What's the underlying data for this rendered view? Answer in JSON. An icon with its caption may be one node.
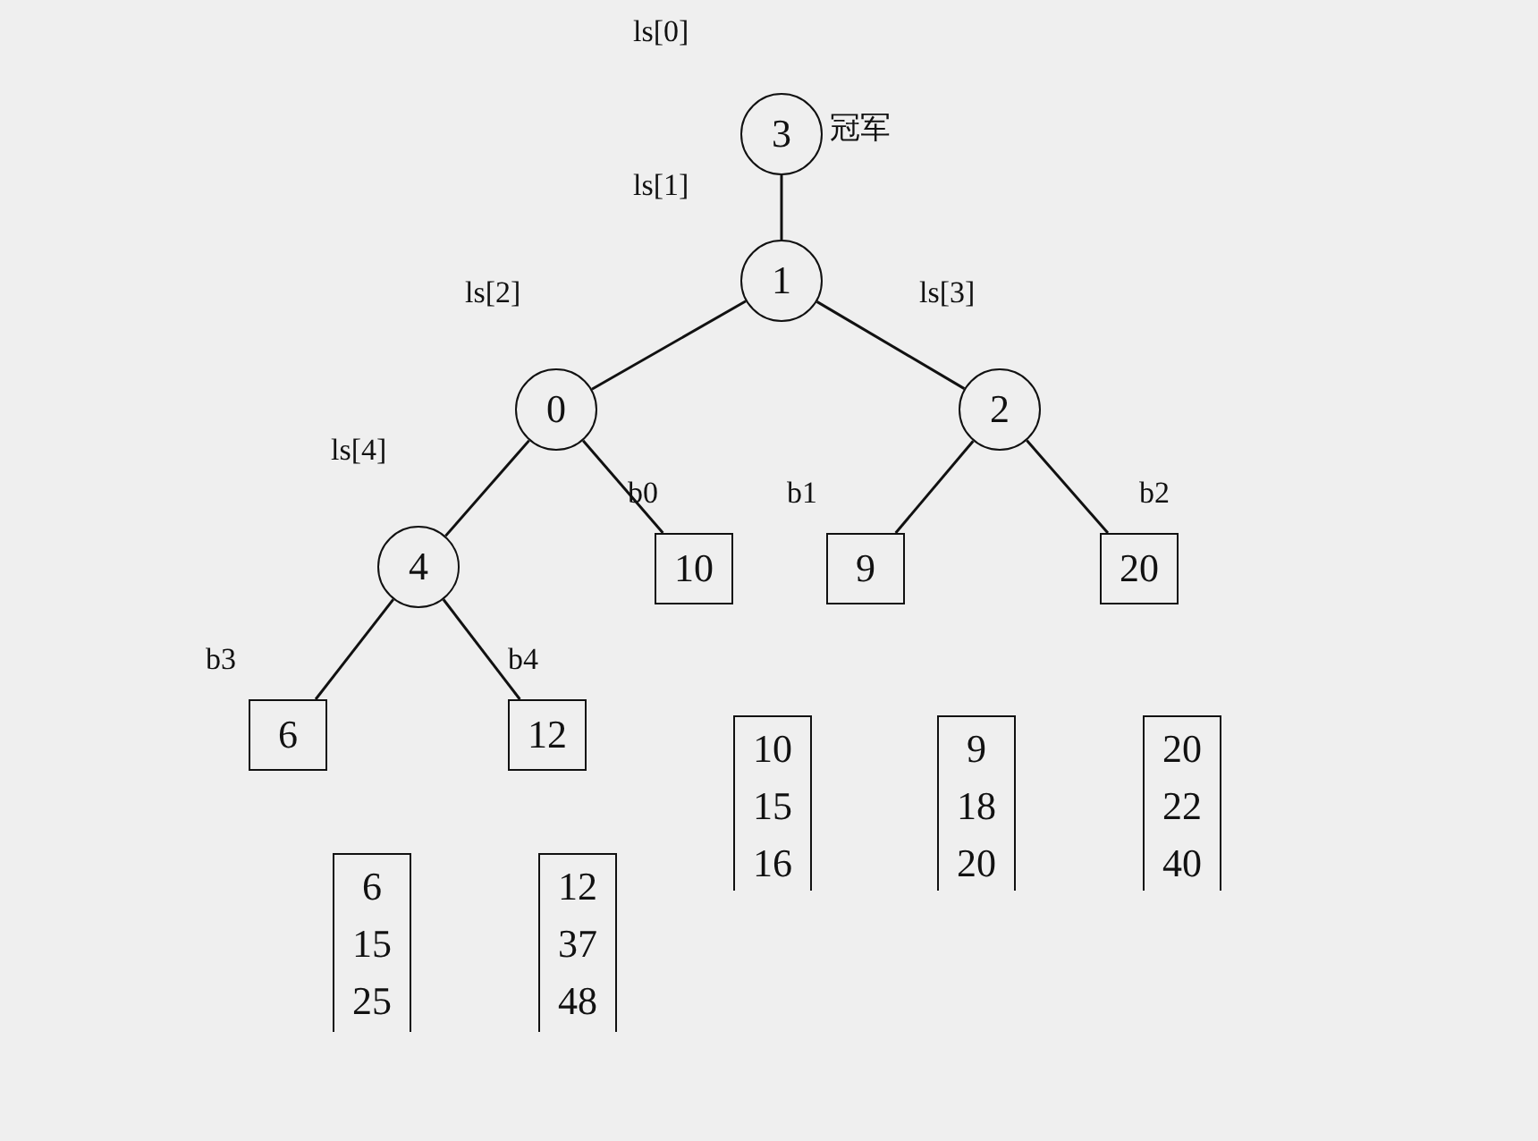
{
  "diagram": {
    "nodes": [
      {
        "text": [
          "3"
        ],
        "beside": [
          "ls[0]",
          "冠军"
        ]
      },
      {
        "text": [
          "1"
        ],
        "beside": [
          "ls[1]"
        ]
      },
      {
        "text": [
          "0"
        ],
        "beside": [
          "ls[2]"
        ]
      },
      {
        "text": [
          "2"
        ],
        "beside": [
          "ls[3]"
        ]
      },
      {
        "text": [
          "4"
        ],
        "beside": [
          "ls[4]"
        ]
      },
      {
        "text": [
          "10"
        ],
        "beside": [
          "b0"
        ]
      },
      {
        "text": [
          "9"
        ],
        "beside": [
          "b1"
        ]
      },
      {
        "text": [
          "20"
        ],
        "beside": [
          "b2"
        ]
      },
      {
        "text": [
          "6"
        ],
        "beside": [
          "b3"
        ]
      },
      {
        "text": [
          "12"
        ],
        "beside": [
          "b4"
        ]
      },
      {
        "text": [
          "10",
          "15",
          "16"
        ]
      },
      {
        "text": [
          "9",
          "18",
          "20"
        ]
      },
      {
        "text": [
          "20",
          "22",
          "40"
        ]
      },
      {
        "text": [
          "6",
          "15",
          "25"
        ]
      },
      {
        "text": [
          "12",
          "37",
          "48"
        ]
      }
    ],
    "edges": [
      {
        "from": 0,
        "to": 1,
        "arrow": "none"
      },
      {
        "from": 1,
        "to": 2,
        "arrow": "none"
      },
      {
        "from": 1,
        "to": 3,
        "arrow": "none"
      },
      {
        "from": 2,
        "to": 4,
        "arrow": "none"
      },
      {
        "from": 2,
        "to": 5,
        "arrow": "none"
      },
      {
        "from": 3,
        "to": 6,
        "arrow": "none"
      },
      {
        "from": 3,
        "to": 7,
        "arrow": "none"
      },
      {
        "from": 4,
        "to": 8,
        "arrow": "none"
      },
      {
        "from": 4,
        "to": 9,
        "arrow": "none"
      }
    ]
  }
}
